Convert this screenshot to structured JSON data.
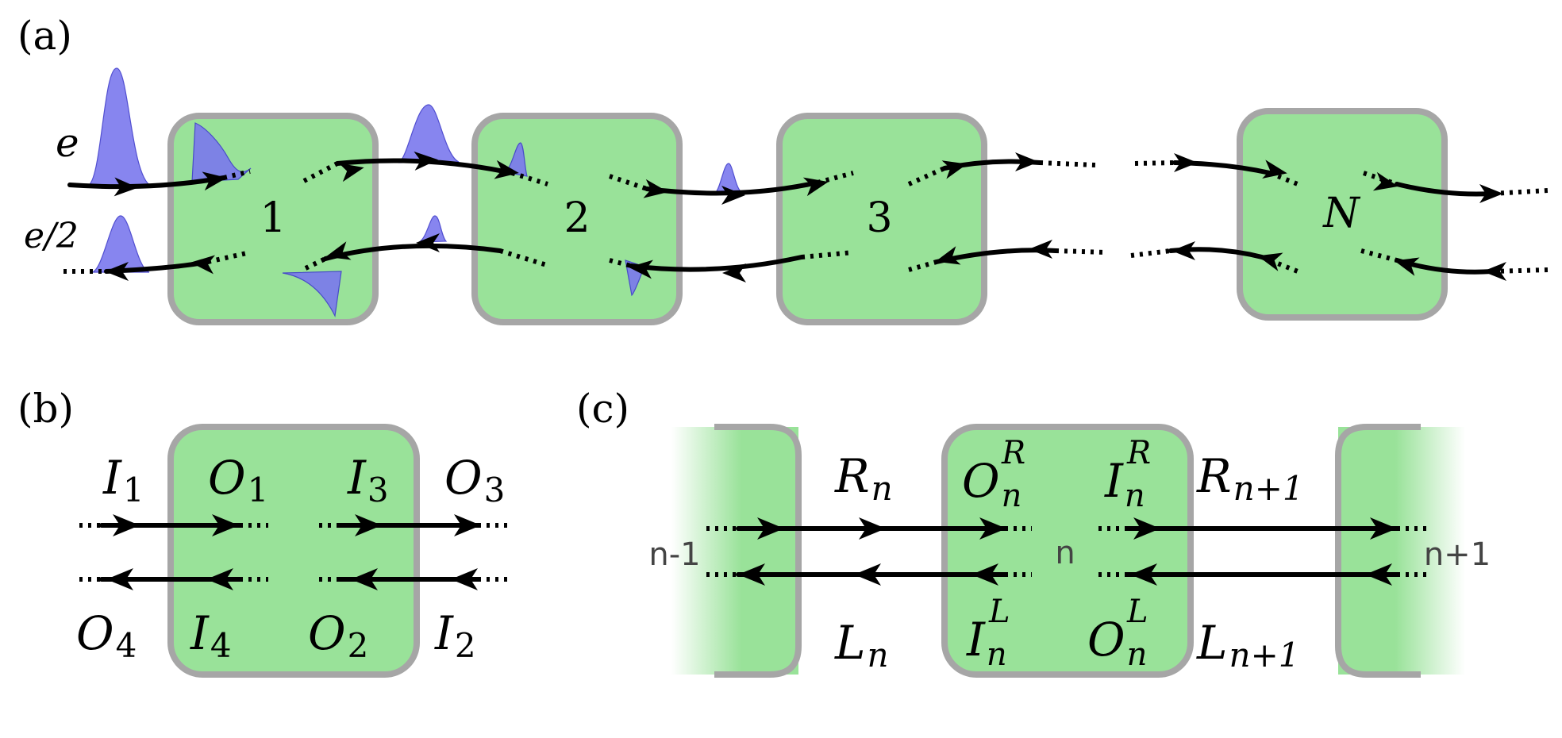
{
  "colors": {
    "box_fill": "#99e299",
    "box_border": "#a6a6a6",
    "pulse": "#7b78ee",
    "arrow": "#000000"
  },
  "panel_a": {
    "label": "(a)",
    "charge_top": "e",
    "charge_bottom": "e/2",
    "boxes": [
      "1",
      "2",
      "3",
      "N"
    ]
  },
  "panel_b": {
    "label": "(b)",
    "ports": {
      "I1": "I",
      "I1_sub": "1",
      "O1": "O",
      "O1_sub": "1",
      "I3": "I",
      "I3_sub": "3",
      "O3": "O",
      "O3_sub": "3",
      "O4": "O",
      "O4_sub": "4",
      "I4": "I",
      "I4_sub": "4",
      "O2": "O",
      "O2_sub": "2",
      "I2": "I",
      "I2_sub": "2"
    }
  },
  "panel_c": {
    "label": "(c)",
    "nodes": {
      "left": "n-1",
      "center": "n",
      "right": "n+1"
    },
    "labels": {
      "R_main": "R",
      "R_sub": "n",
      "L_main": "L",
      "L_sub": "n",
      "OR_main": "O",
      "OR_sub": "n",
      "OR_sup": "R",
      "IR_main": "I",
      "IR_sub": "n",
      "IR_sup": "R",
      "IL_main": "I",
      "IL_sub": "n",
      "IL_sup": "L",
      "OL_main": "O",
      "OL_sub": "n",
      "OL_sup": "L",
      "R2_main": "R",
      "R2_sub": "n+1",
      "L2_main": "L",
      "L2_sub": "n+1"
    }
  }
}
